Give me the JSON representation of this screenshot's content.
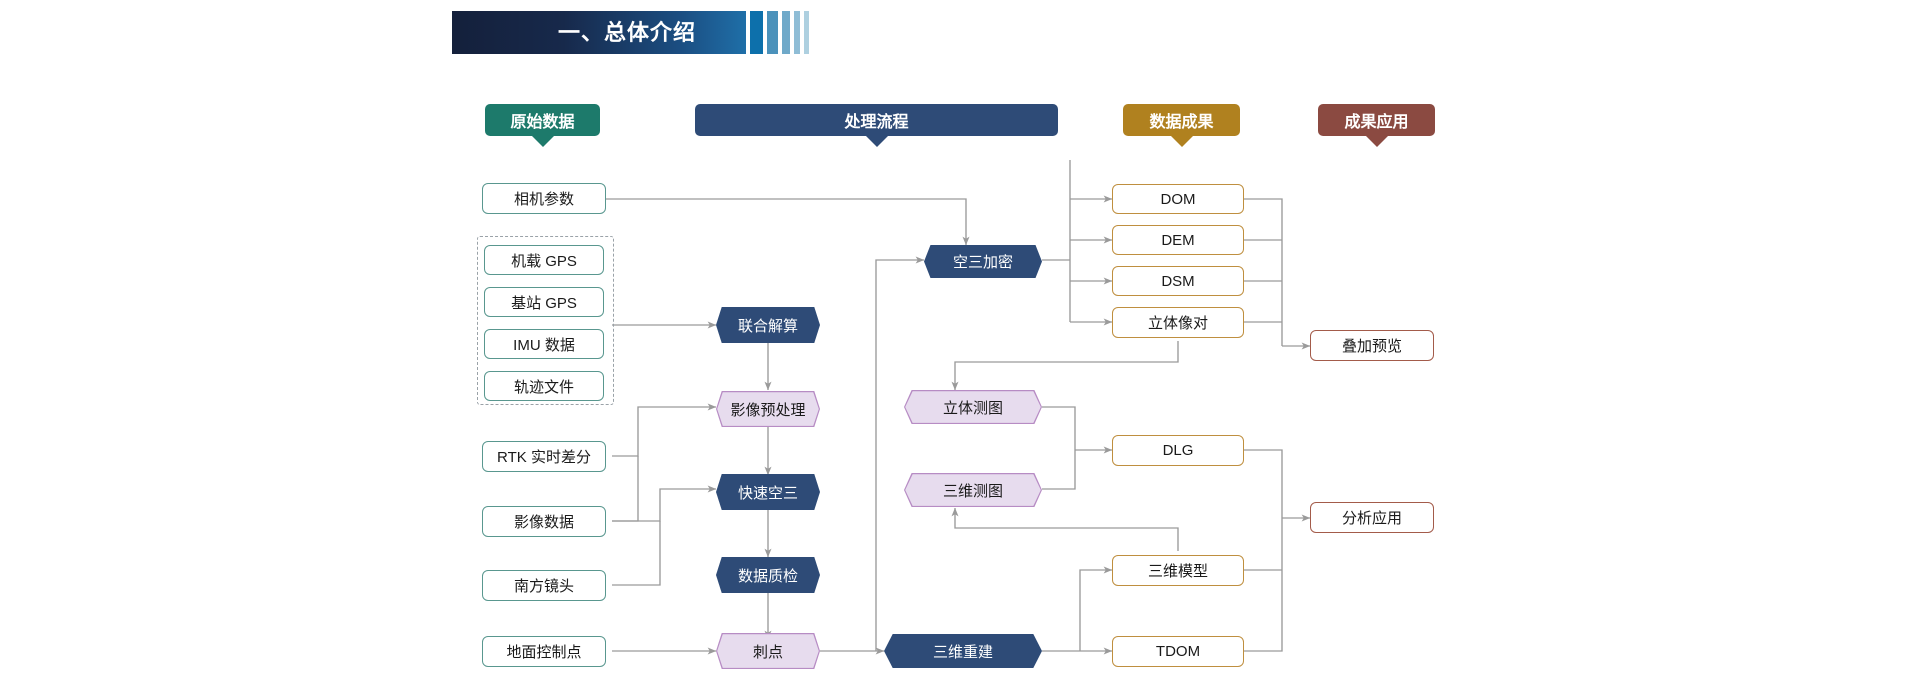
{
  "header": {
    "title": "一、总体介绍",
    "banner_gradient_from": "#14203b",
    "banner_gradient_to": "#1f6fa8",
    "stripes": [
      "#0d70ab",
      "#4b92bb",
      "#6fa9c9",
      "#8fbdd6",
      "#aed0e0"
    ]
  },
  "columns": [
    {
      "key": "raw",
      "label": "原始数据",
      "color": "#1d7a6b"
    },
    {
      "key": "process",
      "label": "处理流程",
      "color": "#2e4b77"
    },
    {
      "key": "result",
      "label": "数据成果",
      "color": "#b0811f"
    },
    {
      "key": "apply",
      "label": "成果应用",
      "color": "#8b4a41"
    }
  ],
  "sources": {
    "camera": "相机参数",
    "gnss": [
      "机载 GPS",
      "基站 GPS",
      "IMU 数据",
      "轨迹文件"
    ],
    "rtk": "RTK 实时差分",
    "image": "影像数据",
    "lens": "南方镜头",
    "gcp": "地面控制点"
  },
  "process_left": [
    "联合解算",
    "影像预处理",
    "快速空三",
    "数据质检",
    "刺点"
  ],
  "process_mid": [
    "空三加密",
    "立体测图",
    "三维测图",
    "三维重建"
  ],
  "results": [
    "DOM",
    "DEM",
    "DSM",
    "立体像对",
    "DLG",
    "三维模型",
    "TDOM"
  ],
  "applications": [
    "叠加预览",
    "分析应用"
  ],
  "palette": {
    "source_border": "#59978f",
    "result_border": "#bf8f3f",
    "app_border": "#a35b4a",
    "hex_blue": "#2e4b77",
    "hex_lilac_fill": "#e7dcee",
    "hex_lilac_border": "#b78cc4",
    "connector": "#9a9a9a",
    "group_dash": "#9aa2a8"
  }
}
